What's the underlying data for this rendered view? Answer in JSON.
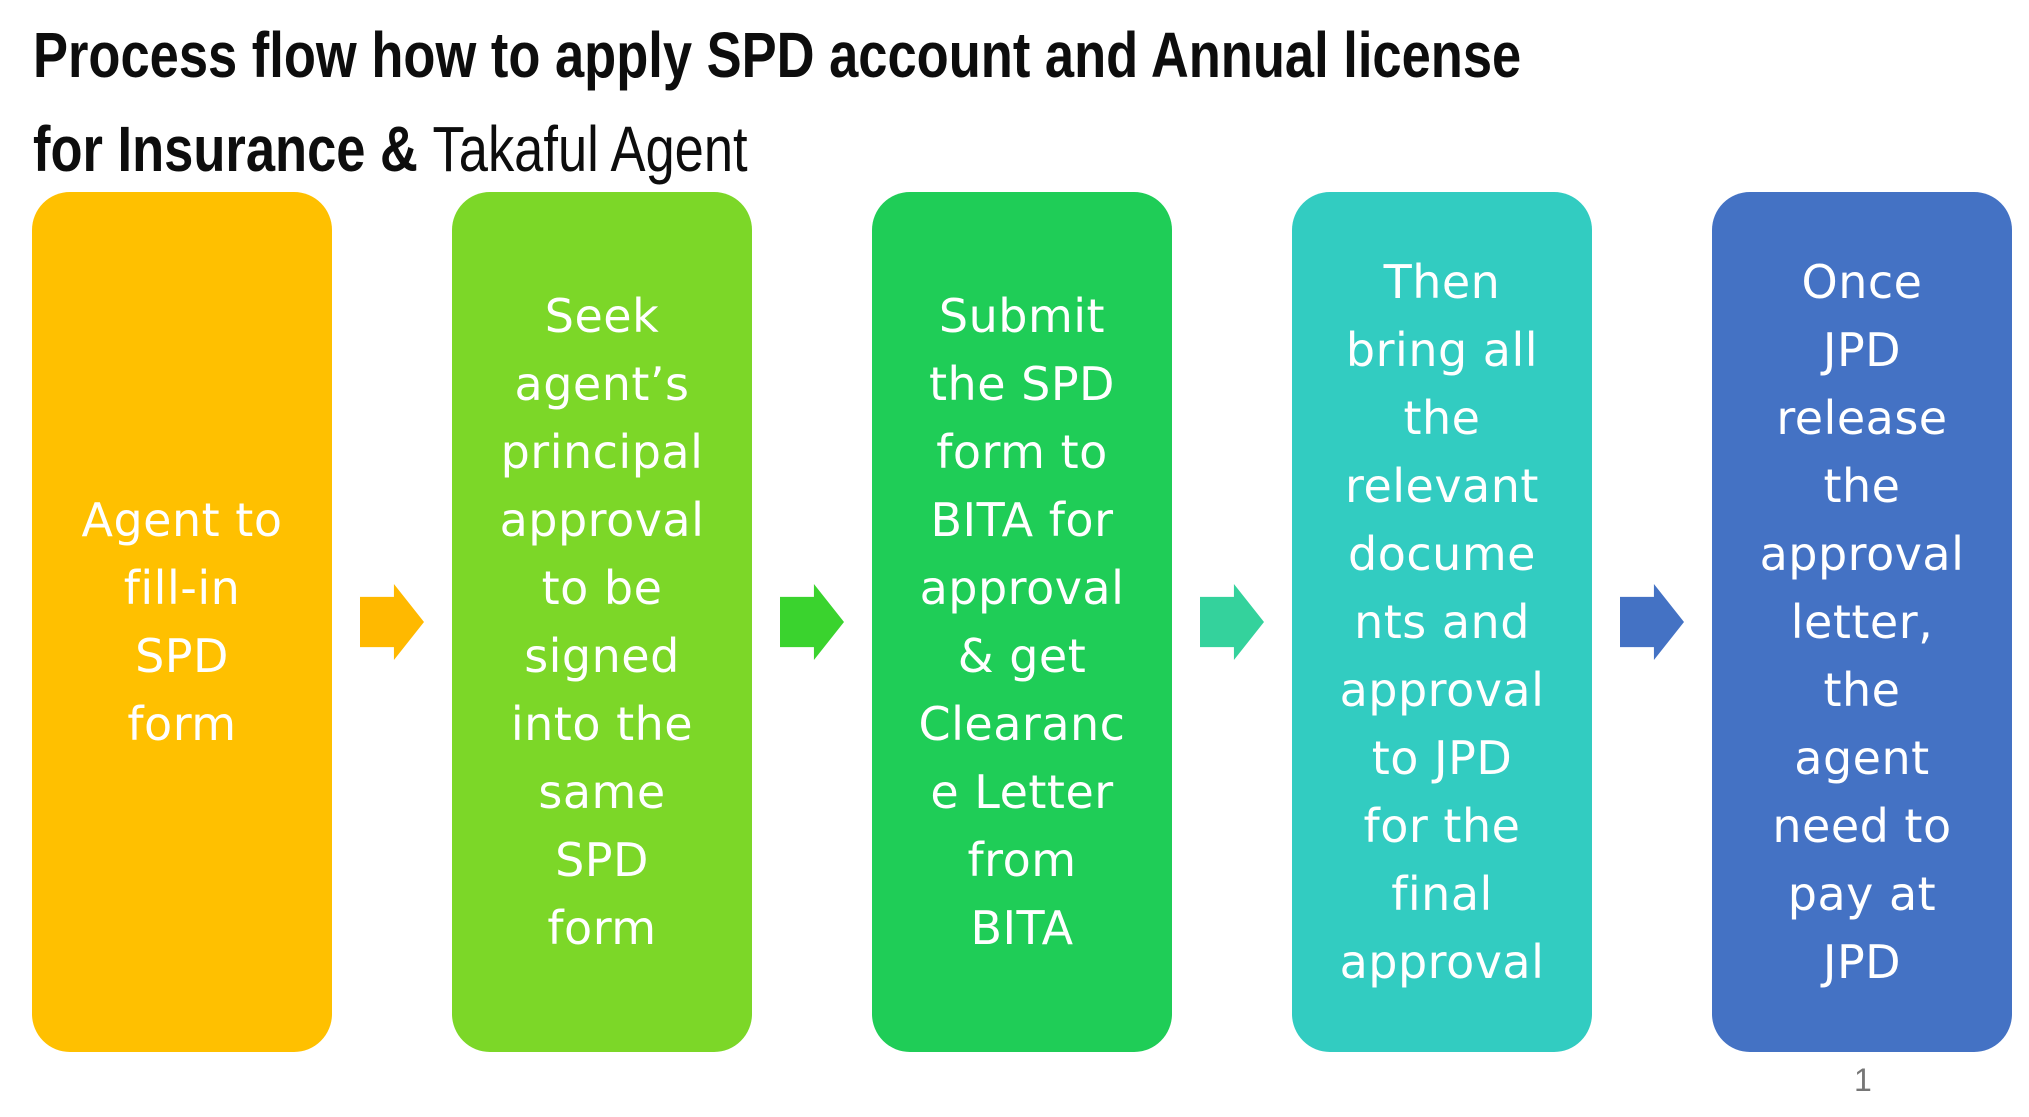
{
  "title": {
    "line1": "Process flow how to apply SPD account and Annual license",
    "line2_bold": "for Insurance & ",
    "line2_regular": "Takaful Agent"
  },
  "flow": {
    "text_color": "#FFFFFF",
    "steps": [
      {
        "text": "Agent to\nfill-in\nSPD\nform",
        "color": "#FFC000"
      },
      {
        "text": "Seek\nagent’s\nprincipal\napproval\nto be\nsigned\ninto the\nsame\nSPD\nform",
        "color": "#7CD728"
      },
      {
        "text": "Submit\nthe SPD\nform to\nBITA for\napproval\n& get\nClearanc\ne Letter\nfrom\nBITA",
        "color": "#1FCD57"
      },
      {
        "text": "Then\nbring all\nthe\nrelevant\ndocume\nnts and\napproval\nto JPD\nfor the\nfinal\napproval",
        "color": "#32CCC1"
      },
      {
        "text": "Once\nJPD\nrelease\nthe\napproval\nletter,\nthe\nagent\nneed to\npay at\nJPD",
        "color": "#4472C4"
      }
    ],
    "arrows": [
      {
        "name": "arrow-right-icon",
        "color": "#FFB900"
      },
      {
        "name": "arrow-right-icon",
        "color": "#3AD32E"
      },
      {
        "name": "arrow-right-icon",
        "color": "#34D29C"
      },
      {
        "name": "arrow-right-icon",
        "color": "#4472C4"
      }
    ]
  },
  "footer": {
    "page_number": "1"
  }
}
